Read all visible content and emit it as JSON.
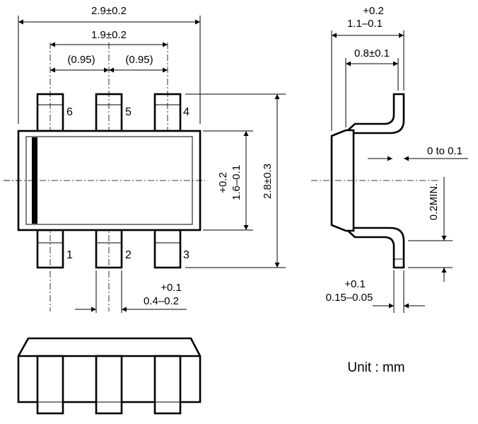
{
  "top_view": {
    "overall_width": "2.9±0.2",
    "lead_pitch_total": "1.9±0.2",
    "lead_pitch_left": "(0.95)",
    "lead_pitch_right": "(0.95)",
    "body_height_tol": "+0.2",
    "body_height_nom": "1.6–0.1",
    "overall_height": "2.8±0.3",
    "lead_width_tol": "+0.1",
    "lead_width_nom": "0.4–0.2",
    "pins": {
      "p1": "1",
      "p2": "2",
      "p3": "3",
      "p4": "4",
      "p5": "5",
      "p6": "6"
    }
  },
  "side_view": {
    "height_tol": "+0.2",
    "height_nom": "1.1–0.1",
    "body_thickness": "0.8±0.1",
    "standoff": "0 to 0.1",
    "foot_length": "0.2MIN.",
    "lead_thickness_tol": "+0.1",
    "lead_thickness_nom": "0.15–0.05"
  },
  "unit_label": "Unit : mm"
}
